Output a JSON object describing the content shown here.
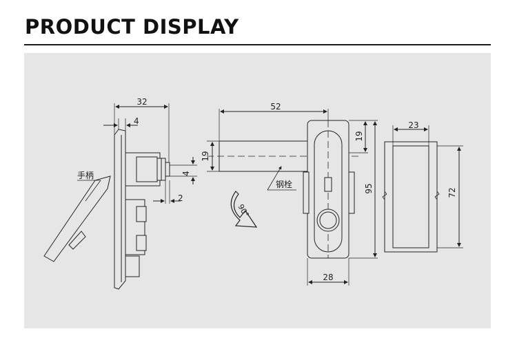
{
  "page": {
    "title": "PRODUCT DISPLAY"
  },
  "drawing": {
    "side_view": {
      "dim_overall_depth": "32",
      "dim_plate_thickness": "4",
      "dim_offset_small": "4",
      "dim_gap": "2",
      "label_handle": "手柄"
    },
    "front_view": {
      "dim_bolt_extension": "52",
      "dim_bolt_width": "19",
      "dim_top_offset": "19",
      "dim_height": "95",
      "dim_width": "28",
      "label_bolt": "钢栓",
      "label_rotation": "90°"
    },
    "cutout_view": {
      "dim_width": "23",
      "dim_height": "72"
    }
  }
}
